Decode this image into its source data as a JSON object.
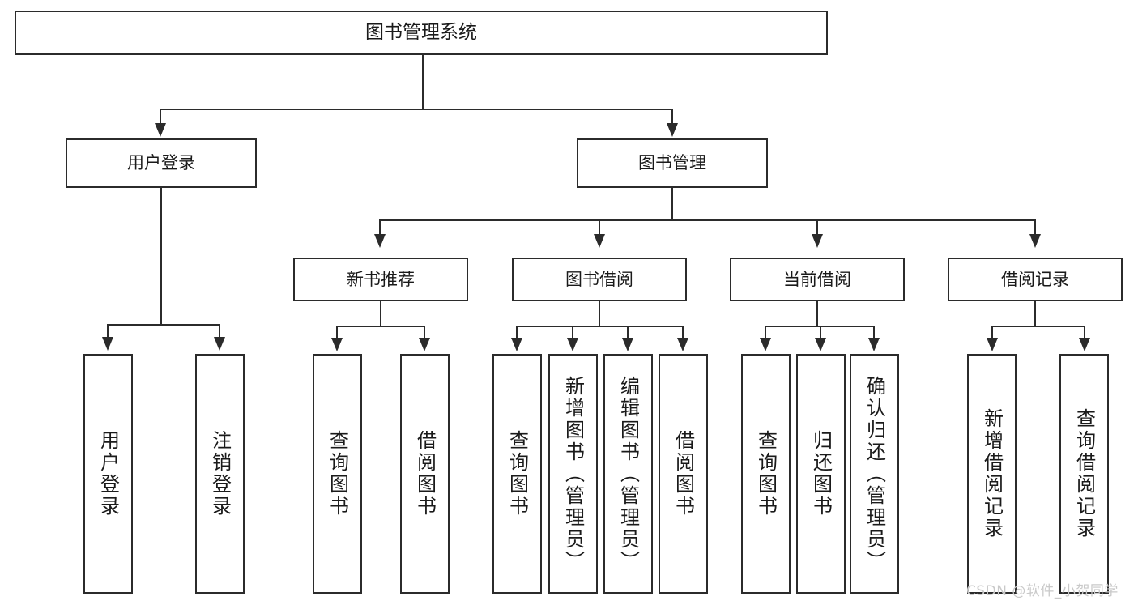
{
  "diagram": {
    "type": "tree",
    "title": "图书管理系统",
    "root": {
      "label": "图书管理系统"
    },
    "level2": [
      {
        "label": "用户登录"
      },
      {
        "label": "图书管理"
      }
    ],
    "level3": [
      {
        "label": "新书推荐"
      },
      {
        "label": "图书借阅"
      },
      {
        "label": "当前借阅"
      },
      {
        "label": "借阅记录"
      }
    ],
    "leaves": {
      "user_login": [
        {
          "label": "用户登录"
        },
        {
          "label": "注销登录"
        }
      ],
      "new_book_recommend": [
        {
          "label": "查询图书"
        },
        {
          "label": "借阅图书"
        }
      ],
      "book_borrow": [
        {
          "label": "查询图书"
        },
        {
          "label": "新增图书（管理员）"
        },
        {
          "label": "编辑图书（管理员）"
        },
        {
          "label": "借阅图书"
        }
      ],
      "current_borrow": [
        {
          "label": "查询图书"
        },
        {
          "label": "归还图书"
        },
        {
          "label": "确认归还（管理员）"
        }
      ],
      "borrow_record": [
        {
          "label": "新增借阅记录"
        },
        {
          "label": "查询借阅记录"
        }
      ]
    },
    "watermark": "CSDN @软件_小贺同学",
    "colors": {
      "stroke": "#2b2b2b",
      "background": "#ffffff",
      "text": "#1a1a1a",
      "watermark": "#c9c9c9"
    }
  }
}
